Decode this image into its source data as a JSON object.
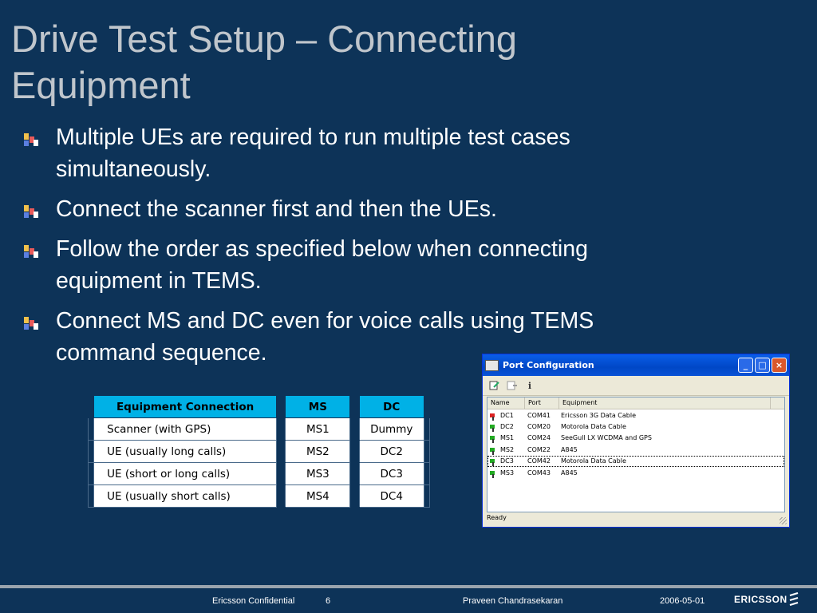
{
  "slide": {
    "title_line1": "Drive Test Setup – Connecting",
    "title_line2": "Equipment",
    "bullets": [
      {
        "line1": "Multiple UEs are required to run multiple test cases",
        "line2": "simultaneously."
      },
      {
        "line1": "Connect the scanner first and then the UEs.",
        "line2": ""
      },
      {
        "line1": "Follow the order as specified below when connecting",
        "line2": "equipment in TEMS."
      },
      {
        "line1": "Connect MS and DC even for voice calls using TEMS",
        "line2": "command sequence."
      }
    ]
  },
  "table": {
    "headers": [
      "Equipment Connection",
      "MS",
      "DC"
    ],
    "rows": [
      [
        "Scanner (with GPS)",
        "MS1",
        "Dummy"
      ],
      [
        "UE (usually long calls)",
        "MS2",
        "DC2"
      ],
      [
        "UE (short or long calls)",
        "MS3",
        "DC3"
      ],
      [
        "UE (usually short calls)",
        "MS4",
        "DC4"
      ]
    ]
  },
  "window": {
    "title": "Port Configuration",
    "buttons": {
      "minimize": "_",
      "maximize": "□",
      "close": "×"
    },
    "toolbar": {
      "info_icon": "i"
    },
    "columns": [
      "Name",
      "Port",
      "Equipment"
    ],
    "rows": [
      {
        "name": "DC1",
        "port": "COM41",
        "equipment": "Ericsson 3G Data Cable",
        "plug": "red"
      },
      {
        "name": "DC2",
        "port": "COM20",
        "equipment": "Motorola Data Cable",
        "plug": "green"
      },
      {
        "name": "MS1",
        "port": "COM24",
        "equipment": "SeeGull LX WCDMA and GPS",
        "plug": "green"
      },
      {
        "name": "MS2",
        "port": "COM22",
        "equipment": "A845",
        "plug": "green"
      },
      {
        "name": "DC3",
        "port": "COM42",
        "equipment": "Motorola Data Cable",
        "plug": "green"
      },
      {
        "name": "MS3",
        "port": "COM43",
        "equipment": "A845",
        "plug": "green"
      }
    ],
    "status": "Ready"
  },
  "footer": {
    "confidential": "Ericsson Confidential",
    "page": "6",
    "author": "Praveen Chandrasekaran",
    "date": "2006-05-01",
    "brand": "ERICSSON"
  },
  "colors": {
    "background": "#0d3358",
    "table_header": "#00b1e6",
    "title_text": "#c0c6cc"
  }
}
